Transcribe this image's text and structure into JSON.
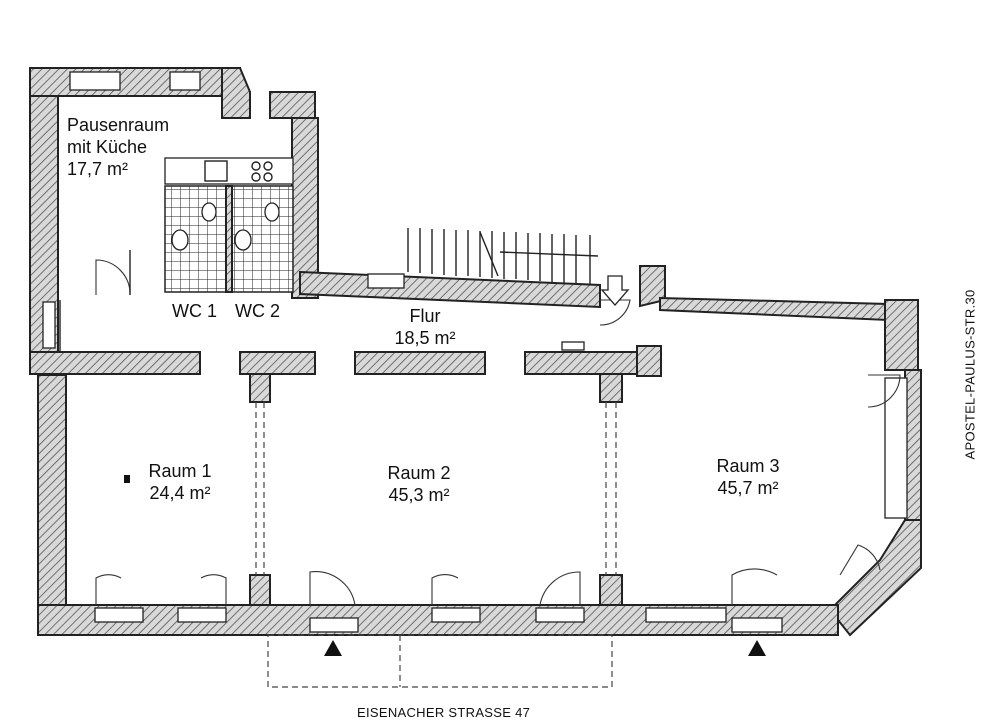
{
  "rooms": {
    "pause": {
      "name_1": "Pausenraum",
      "name_2": "mit Küche",
      "area": "17,7 m²"
    },
    "wc1": {
      "name": "WC 1"
    },
    "wc2": {
      "name": "WC 2"
    },
    "flur": {
      "name": "Flur",
      "area": "18,5 m²"
    },
    "raum1": {
      "name": "Raum 1",
      "area": "24,4 m²"
    },
    "raum2": {
      "name": "Raum 2",
      "area": "45,3 m²"
    },
    "raum3": {
      "name": "Raum 3",
      "area": "45,7 m²"
    }
  },
  "streets": {
    "bottom": "EISENACHER STRASSE 47",
    "right": "APOSTEL-PAULUS-STR.30"
  }
}
